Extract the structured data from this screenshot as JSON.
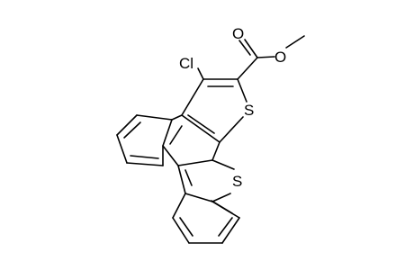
{
  "molecule": {
    "atoms": {
      "chlorine": "Cl",
      "sulfur_thiophene": "S",
      "sulfur_benzothiophene": "S",
      "carbonyl_oxygen": "O",
      "ester_oxygen": "O"
    }
  }
}
